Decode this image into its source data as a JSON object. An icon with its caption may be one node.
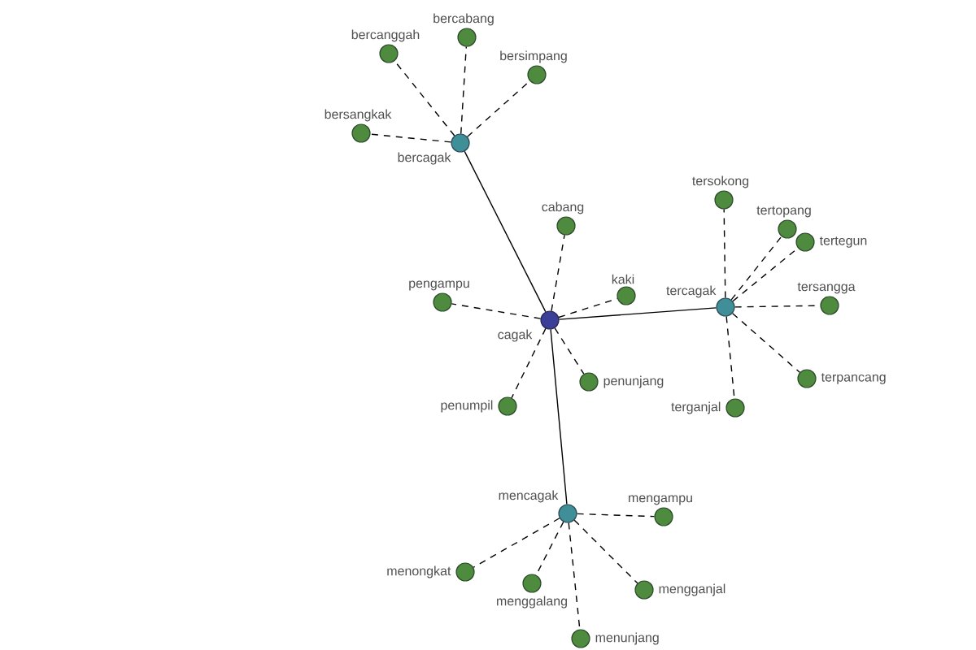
{
  "diagram": {
    "nodes": [
      {
        "text": [
          "bercagak"
        ]
      },
      {
        "text": [
          "bercanggah"
        ]
      },
      {
        "text": [
          "bercabang"
        ]
      },
      {
        "text": [
          "bersimpang"
        ]
      },
      {
        "text": [
          "bersangkak"
        ]
      },
      {
        "text": [
          "cagak"
        ]
      },
      {
        "text": [
          "cabang"
        ]
      },
      {
        "text": [
          "pengampu"
        ]
      },
      {
        "text": [
          "kaki"
        ]
      },
      {
        "text": [
          "penunjang"
        ]
      },
      {
        "text": [
          "penumpil"
        ]
      },
      {
        "text": [
          "tercagak"
        ]
      },
      {
        "text": [
          "tersokong"
        ]
      },
      {
        "text": [
          "tertopang"
        ]
      },
      {
        "text": [
          "tertegun"
        ]
      },
      {
        "text": [
          "tersangga"
        ]
      },
      {
        "text": [
          "terpancang"
        ]
      },
      {
        "text": [
          "terganjal"
        ]
      },
      {
        "text": [
          "mencagak"
        ]
      },
      {
        "text": [
          "mengampu"
        ]
      },
      {
        "text": [
          "menongkat"
        ]
      },
      {
        "text": [
          "menggalang"
        ]
      },
      {
        "text": [
          "mengganjal"
        ]
      },
      {
        "text": [
          "menunjang"
        ]
      }
    ],
    "edges": [
      {
        "from": 5,
        "to": 0,
        "arrow": "none"
      },
      {
        "from": 5,
        "to": 11,
        "arrow": "none"
      },
      {
        "from": 5,
        "to": 18,
        "arrow": "none"
      },
      {
        "from": 0,
        "to": 1,
        "arrow": "none",
        "style": "dashed"
      },
      {
        "from": 0,
        "to": 2,
        "arrow": "none",
        "style": "dashed"
      },
      {
        "from": 0,
        "to": 3,
        "arrow": "none",
        "style": "dashed"
      },
      {
        "from": 0,
        "to": 4,
        "arrow": "none",
        "style": "dashed"
      },
      {
        "from": 5,
        "to": 6,
        "arrow": "none",
        "style": "dashed"
      },
      {
        "from": 5,
        "to": 7,
        "arrow": "none",
        "style": "dashed"
      },
      {
        "from": 5,
        "to": 8,
        "arrow": "none",
        "style": "dashed"
      },
      {
        "from": 5,
        "to": 9,
        "arrow": "none",
        "style": "dashed"
      },
      {
        "from": 5,
        "to": 10,
        "arrow": "none",
        "style": "dashed"
      },
      {
        "from": 11,
        "to": 12,
        "arrow": "none",
        "style": "dashed"
      },
      {
        "from": 11,
        "to": 13,
        "arrow": "none",
        "style": "dashed"
      },
      {
        "from": 11,
        "to": 14,
        "arrow": "none",
        "style": "dashed"
      },
      {
        "from": 11,
        "to": 15,
        "arrow": "none",
        "style": "dashed"
      },
      {
        "from": 11,
        "to": 16,
        "arrow": "none",
        "style": "dashed"
      },
      {
        "from": 11,
        "to": 17,
        "arrow": "none",
        "style": "dashed"
      },
      {
        "from": 18,
        "to": 19,
        "arrow": "none",
        "style": "dashed"
      },
      {
        "from": 18,
        "to": 20,
        "arrow": "none",
        "style": "dashed"
      },
      {
        "from": 18,
        "to": 21,
        "arrow": "none",
        "style": "dashed"
      },
      {
        "from": 18,
        "to": 22,
        "arrow": "none",
        "style": "dashed"
      },
      {
        "from": 18,
        "to": 23,
        "arrow": "none",
        "style": "dashed"
      }
    ]
  }
}
